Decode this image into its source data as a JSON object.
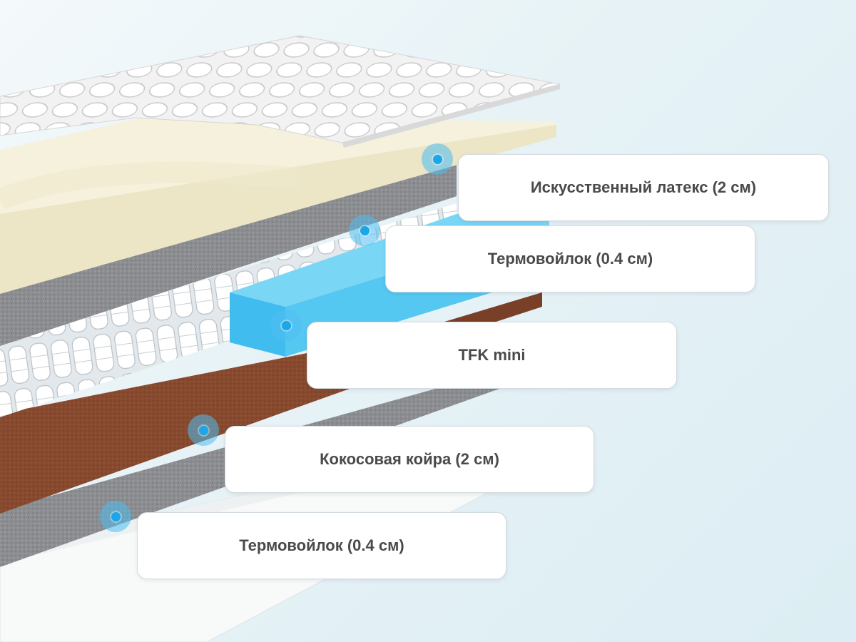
{
  "layers": [
    {
      "label": "Искусственный латекс (2 см)"
    },
    {
      "label": "Термовойлок (0.4 см)"
    },
    {
      "label": "TFK mini"
    },
    {
      "label": "Кокосовая койра (2 см)"
    },
    {
      "label": "Термовойлок (0.4 см)"
    }
  ],
  "colors": {
    "marker": "#1aa6e8",
    "latex": "#f6f1dc",
    "felt": "#8a8c90",
    "foam": "#4fc3ef",
    "coir": "#8a4a2e",
    "cover": "#ffffff"
  }
}
